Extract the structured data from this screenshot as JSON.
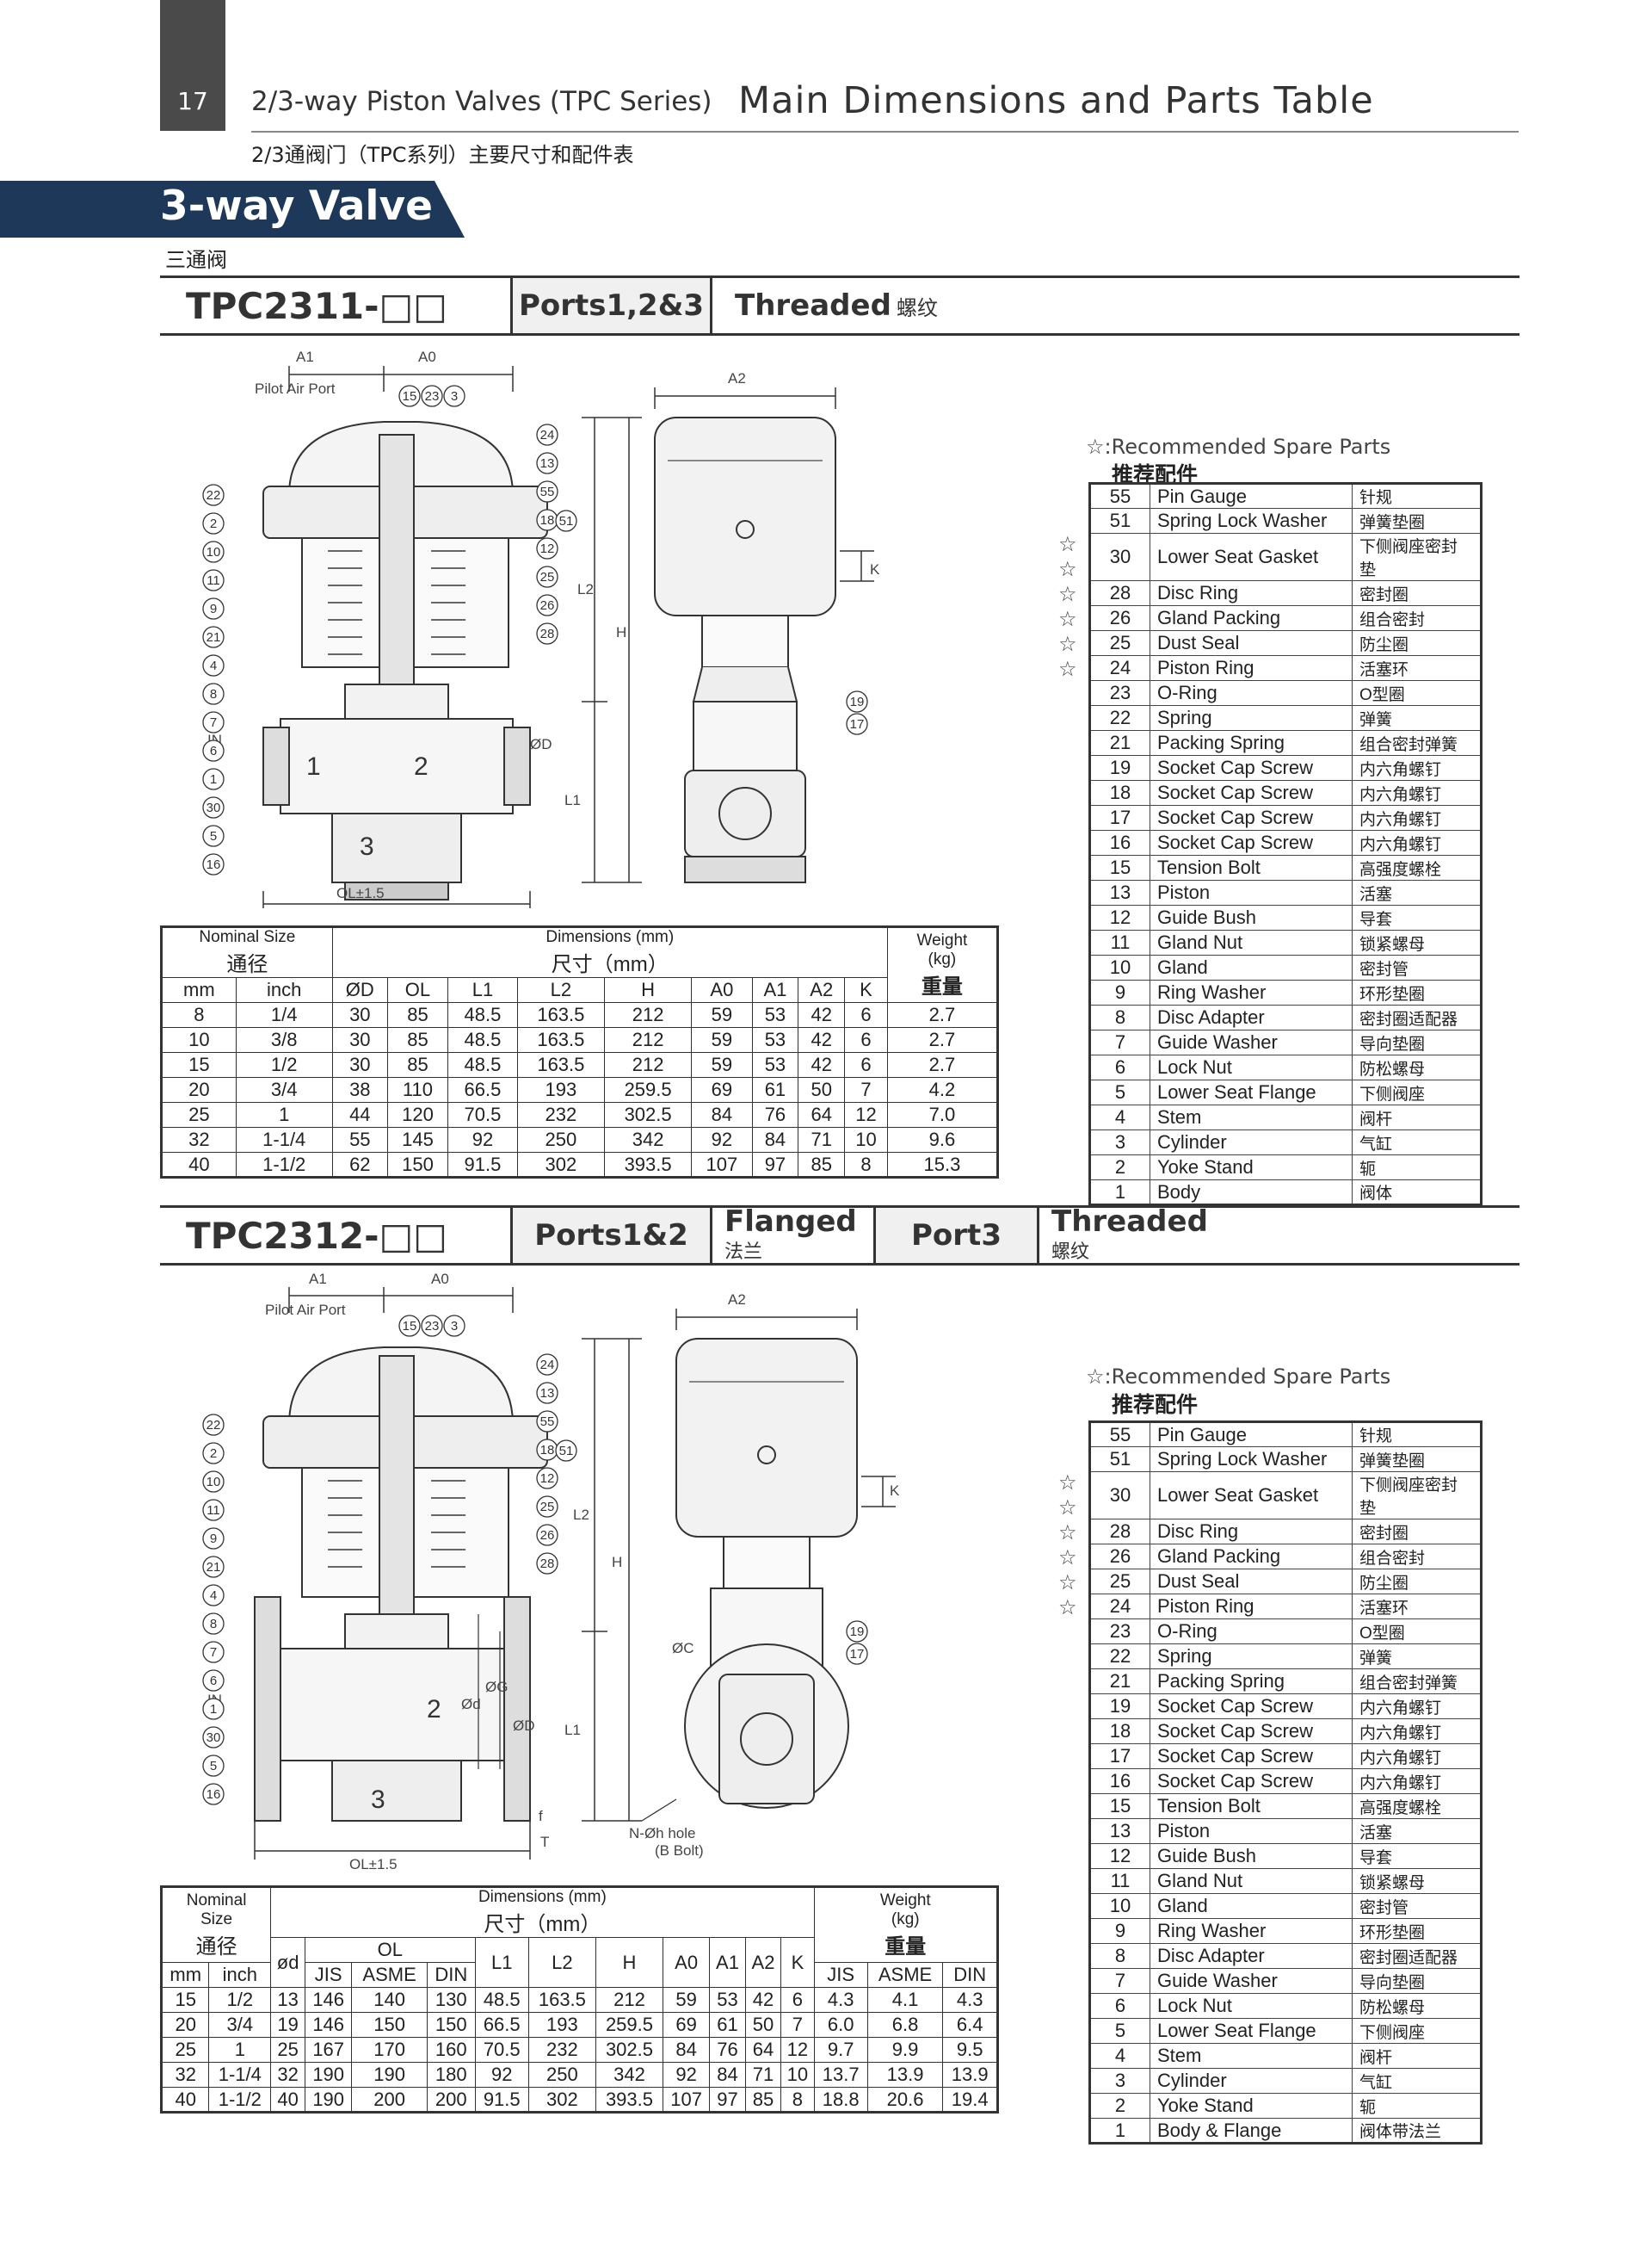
{
  "page_number": "17",
  "header": {
    "subtitle": "2/3-way Piston Valves (TPC Series)",
    "title": "Main Dimensions and Parts Table",
    "cn": "2/3通阀门（TPC系列）主要尺寸和配件表"
  },
  "section": {
    "title": "3-way Valve",
    "cn": "三通阀"
  },
  "model1": {
    "name": "TPC2311-□□",
    "ports": "Ports1,2&3",
    "conn": "Threaded",
    "conn_cn": "螺纹",
    "drawing": {
      "a1": "A1",
      "a0": "A0",
      "a2": "A2",
      "pilot": "Pilot Air Port",
      "ol": "OL±1.5",
      "l1": "L1",
      "l2": "L2",
      "h": "H",
      "k": "K",
      "od": "ØD",
      "in": "IN",
      "port1": "1",
      "port2": "2",
      "port3": "3",
      "left_callouts": [
        "22",
        "2",
        "10",
        "11",
        "9",
        "21",
        "4",
        "8",
        "7",
        "6",
        "1",
        "30",
        "5",
        "16"
      ],
      "right_callouts": [
        "24",
        "13",
        "55",
        "18",
        "51",
        "12",
        "25",
        "26",
        "28"
      ],
      "top_callouts": [
        "15",
        "23",
        "3"
      ],
      "side_callouts": [
        "19",
        "17"
      ]
    },
    "spare": {
      "label": "☆:Recommended Spare Parts",
      "cn": "推荐配件"
    },
    "parts": [
      [
        "55",
        "Pin Gauge",
        "针规",
        ""
      ],
      [
        "51",
        "Spring Lock Washer",
        "弹簧垫圈",
        ""
      ],
      [
        "30",
        "Lower Seat Gasket",
        "下侧阀座密封垫",
        "☆"
      ],
      [
        "28",
        "Disc Ring",
        "密封圈",
        "☆"
      ],
      [
        "26",
        "Gland Packing",
        "组合密封",
        "☆"
      ],
      [
        "25",
        "Dust Seal",
        "防尘圈",
        "☆"
      ],
      [
        "24",
        "Piston Ring",
        "活塞环",
        "☆"
      ],
      [
        "23",
        "O-Ring",
        "O型圈",
        "☆"
      ],
      [
        "22",
        "Spring",
        "弹簧",
        ""
      ],
      [
        "21",
        "Packing Spring",
        "组合密封弹簧",
        ""
      ],
      [
        "19",
        "Socket Cap Screw",
        "内六角螺钉",
        ""
      ],
      [
        "18",
        "Socket Cap Screw",
        "内六角螺钉",
        ""
      ],
      [
        "17",
        "Socket Cap Screw",
        "内六角螺钉",
        ""
      ],
      [
        "16",
        "Socket Cap Screw",
        "内六角螺钉",
        ""
      ],
      [
        "15",
        "Tension Bolt",
        "高强度螺栓",
        ""
      ],
      [
        "13",
        "Piston",
        "活塞",
        ""
      ],
      [
        "12",
        "Guide Bush",
        "导套",
        ""
      ],
      [
        "11",
        "Gland Nut",
        "锁紧螺母",
        ""
      ],
      [
        "10",
        "Gland",
        "密封管",
        ""
      ],
      [
        "9",
        "Ring Washer",
        "环形垫圈",
        ""
      ],
      [
        "8",
        "Disc Adapter",
        "密封圈适配器",
        ""
      ],
      [
        "7",
        "Guide Washer",
        "导向垫圈",
        ""
      ],
      [
        "6",
        "Lock Nut",
        "防松螺母",
        ""
      ],
      [
        "5",
        "Lower Seat Flange",
        "下侧阀座",
        ""
      ],
      [
        "4",
        "Stem",
        "阀杆",
        ""
      ],
      [
        "3",
        "Cylinder",
        "气缸",
        ""
      ],
      [
        "2",
        "Yoke Stand",
        "轭",
        ""
      ],
      [
        "1",
        "Body",
        "阀体",
        ""
      ]
    ],
    "table": {
      "nominal": "Nominal Size",
      "nominal_cn": "通径",
      "dims": "Dimensions (mm)",
      "dims_cn": "尺寸（mm）",
      "weight": "Weight (kg)",
      "weight_cn": "重量",
      "cols": [
        "mm",
        "inch",
        "ØD",
        "OL",
        "L1",
        "L2",
        "H",
        "A0",
        "A1",
        "A2",
        "K"
      ],
      "rows": [
        [
          "8",
          "1/4",
          "30",
          "85",
          "48.5",
          "163.5",
          "212",
          "59",
          "53",
          "42",
          "6",
          "2.7"
        ],
        [
          "10",
          "3/8",
          "30",
          "85",
          "48.5",
          "163.5",
          "212",
          "59",
          "53",
          "42",
          "6",
          "2.7"
        ],
        [
          "15",
          "1/2",
          "30",
          "85",
          "48.5",
          "163.5",
          "212",
          "59",
          "53",
          "42",
          "6",
          "2.7"
        ],
        [
          "20",
          "3/4",
          "38",
          "110",
          "66.5",
          "193",
          "259.5",
          "69",
          "61",
          "50",
          "7",
          "4.2"
        ],
        [
          "25",
          "1",
          "44",
          "120",
          "70.5",
          "232",
          "302.5",
          "84",
          "76",
          "64",
          "12",
          "7.0"
        ],
        [
          "32",
          "1-1/4",
          "55",
          "145",
          "92",
          "250",
          "342",
          "92",
          "84",
          "71",
          "10",
          "9.6"
        ],
        [
          "40",
          "1-1/2",
          "62",
          "150",
          "91.5",
          "302",
          "393.5",
          "107",
          "97",
          "85",
          "8",
          "15.3"
        ]
      ]
    }
  },
  "model2": {
    "name": "TPC2312-□□",
    "ports": "Ports1&2",
    "conn": "Flanged",
    "conn_cn": "法兰",
    "port3": "Port3",
    "conn3": "Threaded",
    "conn3_cn": "螺纹",
    "drawing": {
      "a1": "A1",
      "a0": "A0",
      "a2": "A2",
      "pilot": "Pilot Air Port",
      "ol": "OL±1.5",
      "l1": "L1",
      "l2": "L2",
      "h": "H",
      "k": "K",
      "oc": "ØC",
      "od": "ØD",
      "og": "ØG",
      "odd": "Ød",
      "bolt": "N-Øh hole",
      "bolt2": "(B Bolt)",
      "f": "f",
      "t": "T",
      "in": "IN",
      "port2": "2",
      "port3": "3",
      "left_callouts": [
        "22",
        "2",
        "10",
        "11",
        "9",
        "21",
        "4",
        "8",
        "7",
        "6",
        "1",
        "30",
        "5",
        "16"
      ],
      "right_callouts": [
        "24",
        "13",
        "55",
        "18",
        "51",
        "12",
        "25",
        "26",
        "28"
      ],
      "top_callouts": [
        "15",
        "23",
        "3"
      ],
      "side_callouts": [
        "19",
        "17"
      ]
    },
    "spare": {
      "label": "☆:Recommended Spare Parts",
      "cn": "推荐配件"
    },
    "parts": [
      [
        "55",
        "Pin Gauge",
        "针规",
        ""
      ],
      [
        "51",
        "Spring Lock Washer",
        "弹簧垫圈",
        ""
      ],
      [
        "30",
        "Lower Seat Gasket",
        "下侧阀座密封垫",
        "☆"
      ],
      [
        "28",
        "Disc Ring",
        "密封圈",
        "☆"
      ],
      [
        "26",
        "Gland Packing",
        "组合密封",
        "☆"
      ],
      [
        "25",
        "Dust Seal",
        "防尘圈",
        "☆"
      ],
      [
        "24",
        "Piston Ring",
        "活塞环",
        "☆"
      ],
      [
        "23",
        "O-Ring",
        "O型圈",
        "☆"
      ],
      [
        "22",
        "Spring",
        "弹簧",
        ""
      ],
      [
        "21",
        "Packing Spring",
        "组合密封弹簧",
        ""
      ],
      [
        "19",
        "Socket Cap Screw",
        "内六角螺钉",
        ""
      ],
      [
        "18",
        "Socket Cap Screw",
        "内六角螺钉",
        ""
      ],
      [
        "17",
        "Socket Cap Screw",
        "内六角螺钉",
        ""
      ],
      [
        "16",
        "Socket Cap Screw",
        "内六角螺钉",
        ""
      ],
      [
        "15",
        "Tension Bolt",
        "高强度螺栓",
        ""
      ],
      [
        "13",
        "Piston",
        "活塞",
        ""
      ],
      [
        "12",
        "Guide Bush",
        "导套",
        ""
      ],
      [
        "11",
        "Gland Nut",
        "锁紧螺母",
        ""
      ],
      [
        "10",
        "Gland",
        "密封管",
        ""
      ],
      [
        "9",
        "Ring Washer",
        "环形垫圈",
        ""
      ],
      [
        "8",
        "Disc Adapter",
        "密封圈适配器",
        ""
      ],
      [
        "7",
        "Guide Washer",
        "导向垫圈",
        ""
      ],
      [
        "6",
        "Lock Nut",
        "防松螺母",
        ""
      ],
      [
        "5",
        "Lower Seat Flange",
        "下侧阀座",
        ""
      ],
      [
        "4",
        "Stem",
        "阀杆",
        ""
      ],
      [
        "3",
        "Cylinder",
        "气缸",
        ""
      ],
      [
        "2",
        "Yoke Stand",
        "轭",
        ""
      ],
      [
        "1",
        "Body & Flange",
        "阀体带法兰",
        ""
      ]
    ],
    "table": {
      "nominal": "Nominal Size",
      "nominal_cn": "通径",
      "dims": "Dimensions (mm)",
      "dims_cn": "尺寸（mm）",
      "weight": "Weight (kg)",
      "weight_cn": "重量",
      "cols": [
        "mm",
        "inch",
        "ød",
        "OL",
        "L1",
        "L2",
        "H",
        "A0",
        "A1",
        "A2",
        "K"
      ],
      "sub": [
        "JIS",
        "ASME",
        "DIN"
      ],
      "rows": [
        [
          "15",
          "1/2",
          "13",
          "146",
          "140",
          "130",
          "48.5",
          "163.5",
          "212",
          "59",
          "53",
          "42",
          "6",
          "4.3",
          "4.1",
          "4.3"
        ],
        [
          "20",
          "3/4",
          "19",
          "146",
          "150",
          "150",
          "66.5",
          "193",
          "259.5",
          "69",
          "61",
          "50",
          "7",
          "6.0",
          "6.8",
          "6.4"
        ],
        [
          "25",
          "1",
          "25",
          "167",
          "170",
          "160",
          "70.5",
          "232",
          "302.5",
          "84",
          "76",
          "64",
          "12",
          "9.7",
          "9.9",
          "9.5"
        ],
        [
          "32",
          "1-1/4",
          "32",
          "190",
          "190",
          "180",
          "92",
          "250",
          "342",
          "92",
          "84",
          "71",
          "10",
          "13.7",
          "13.9",
          "13.9"
        ],
        [
          "40",
          "1-1/2",
          "40",
          "190",
          "200",
          "200",
          "91.5",
          "302",
          "393.5",
          "107",
          "97",
          "85",
          "8",
          "18.8",
          "20.6",
          "19.4"
        ]
      ]
    }
  }
}
